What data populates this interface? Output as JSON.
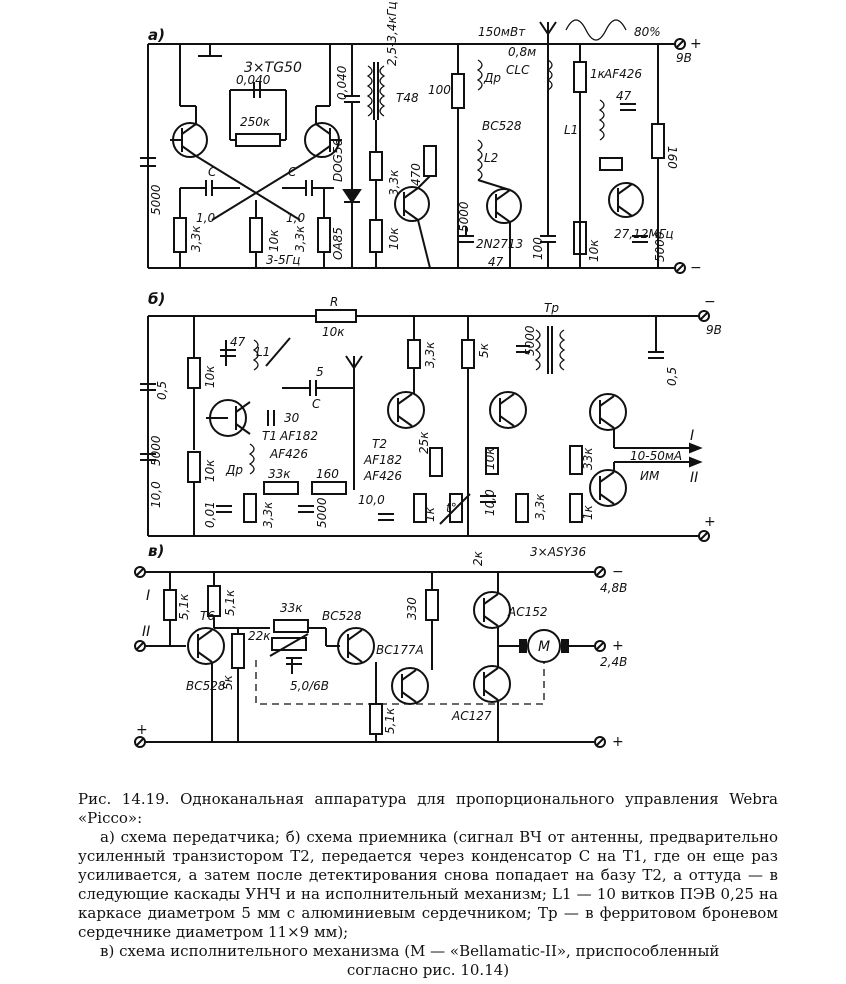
{
  "figure": {
    "section_a": {
      "marker": "а)",
      "labels": {
        "transistors": "3×TG50",
        "c_top": "0,040",
        "r_top": "250к",
        "c_left": "C",
        "c_right": "C",
        "cv_left": "1,0",
        "cv_right": "1,0",
        "c5000": "5000",
        "r33_left": "3,3к",
        "r10k_mid": "10к",
        "r33_mid": "3,3к",
        "freq": "3-5Гц",
        "c0040": "0,040",
        "diode1": "DOG56",
        "diode2": "OA85",
        "coil_freq": "2,5-3,4кГц",
        "t48": "Т48",
        "r100": "100",
        "r33_right": "3,3к",
        "r470": "470",
        "r10k_right": "10к",
        "power": "150мВт",
        "percent": "80%",
        "dr": "Др",
        "ant_len": "0,8м",
        "clc": "CLC",
        "bc528": "BC528",
        "l2": "L2",
        "c5000b": "5000",
        "t2n2713": "2N2713",
        "c47": "47",
        "c100": "100",
        "r1k": "1к",
        "af426": "AF426",
        "c47b": "47",
        "l1": "L1",
        "r160": "160",
        "xtal": "27,12МГц",
        "r10k_b": "10к",
        "c5000c": "5000",
        "v9": "9В",
        "plus": "+",
        "minus": "−"
      }
    },
    "section_b": {
      "marker": "б)",
      "labels": {
        "r": "R",
        "r10k": "10к",
        "c47": "47",
        "l1": "L1",
        "c5": "5",
        "c": "C",
        "c30": "30",
        "t1": "Т1",
        "af182a": "AF182",
        "af426a": "AF426",
        "t2": "Т2",
        "af182b": "AF182",
        "af426b": "AF426",
        "dr": "Др",
        "r33k": "33к",
        "r160": "160",
        "c05": "0,5",
        "c5000": "5000",
        "c10": "10,0",
        "r10k_a": "10к",
        "r10k_b": "10к",
        "c001": "0,01",
        "r33k_b": "3,3к",
        "c5000b": "5000",
        "c10b": "10,0",
        "r1k": "1к",
        "t_deg": "t°",
        "r25k": "25к",
        "r33k_c": "3,3к",
        "r5k": "5к",
        "c5000c": "5000",
        "r10k_c": "10к",
        "c10c": "10,0",
        "r33k_d": "3,3к",
        "tp": "Тр",
        "r2k": "2к",
        "r33k_e": "33к",
        "r1k_b": "1к",
        "c05b": "0,5",
        "out1": "I",
        "out2": "II",
        "current": "10-50мА",
        "im": "ИМ",
        "trans": "3×ASY36",
        "v9": "9В",
        "plus": "+",
        "minus": "−"
      }
    },
    "section_c": {
      "marker": "в)",
      "labels": {
        "in1": "I",
        "in2": "II",
        "r51_a": "5,1к",
        "r51_b": "5,1к",
        "t6": "Т6",
        "bc528a": "BC528",
        "r5k": "5к",
        "r22k": "22к",
        "r33k": "33к",
        "c50": "5,0/6В",
        "bc528b": "BC528",
        "bc177a": "BC177A",
        "r330": "330",
        "r51_c": "5,1к",
        "ac152": "AC152",
        "ac127": "AC127",
        "motor": "M",
        "v48": "4,8В",
        "v24": "2,4В",
        "plus": "+",
        "minus": "−"
      }
    }
  },
  "caption": {
    "title": "Рис. 14.19. Одноканальная аппаратура для пропорционального управления Webra «Picco»:",
    "body": "а) схема передатчика; б) схема приемника (сигнал ВЧ от антенны, предварительно усиленный транзистором Т2, передается через конденсатор С на Т1, где он еще раз усиливается, а затем после детектирования снова попадает на базу Т2, а оттуда — в следующие каскады УНЧ и на исполнительный механизм; L1 — 10 витков ПЭВ 0,25 на каркасе диаметром 5 мм с алюминиевым сердечником; Тр — в ферритовом броневом сердечнике диаметром 11×9 мм);",
    "part_c": "в) схема исполнительного механизма (M — «Bellamatic-II», приспособленный",
    "part_c_end": "согласно рис. 10.14)"
  }
}
